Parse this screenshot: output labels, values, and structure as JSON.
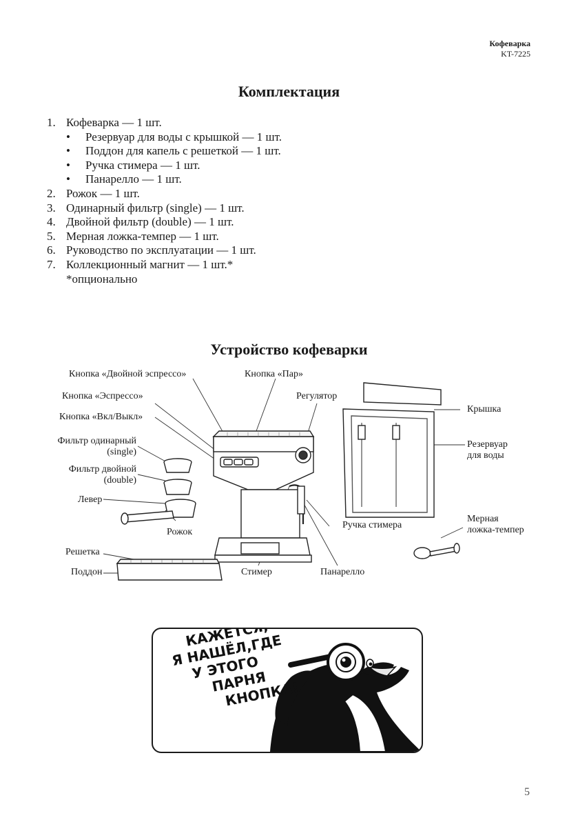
{
  "header": {
    "product": "Кофеварка",
    "model": "KT-7225"
  },
  "kit": {
    "title": "Комплектация",
    "items": [
      {
        "num": "1.",
        "text": "Кофеварка — 1 шт."
      },
      {
        "num": "•",
        "text": "Резервуар для воды с крышкой — 1 шт."
      },
      {
        "num": "•",
        "text": "Поддон для капель с решеткой — 1 шт."
      },
      {
        "num": "•",
        "text": "Ручка стимера — 1 шт."
      },
      {
        "num": "•",
        "text": "Панарелло — 1 шт."
      },
      {
        "num": "2.",
        "text": "Рожок — 1 шт."
      },
      {
        "num": "3.",
        "text": "Одинарный фильтр (single) — 1 шт."
      },
      {
        "num": "4.",
        "text": "Двойной фильтр (double) — 1 шт."
      },
      {
        "num": "5.",
        "text": "Мерная ложка-темпер — 1 шт."
      },
      {
        "num": "6.",
        "text": "Руководство по эксплуатации — 1 шт."
      },
      {
        "num": "7.",
        "text": "Коллекционный магнит — 1 шт.*"
      }
    ],
    "note": "*опционально"
  },
  "device": {
    "title": "Устройство кофеварки",
    "labels": {
      "double_espresso": "Кнопка «Двойной эспрессо»",
      "steam": "Кнопка «Пар»",
      "espresso": "Кнопка «Эспрессо»",
      "regulator": "Регулятор",
      "power": "Кнопка «Вкл/Выкл»",
      "lid": "Крышка",
      "filter_single_1": "Фильтр одинарный",
      "filter_single_2": "(single)",
      "reservoir_1": "Резервуар",
      "reservoir_2": "для воды",
      "filter_double_1": "Фильтр двойной",
      "filter_double_2": "(double)",
      "lever": "Левер",
      "portafilter": "Рожок",
      "steamer_handle": "Ручка стимера",
      "tamper_1": "Мерная",
      "tamper_2": "ложка-темпер",
      "grid": "Решетка",
      "tray": "Поддон",
      "steamer": "Стимер",
      "panarello": "Панарелло"
    }
  },
  "comic": {
    "lines": [
      "КАЖЕТСЯ,",
      "Я НАШЁЛ,ГДЕ",
      "У ЭТОГО",
      "ПАРНЯ",
      "КНОПКА!"
    ]
  },
  "page_number": "5"
}
